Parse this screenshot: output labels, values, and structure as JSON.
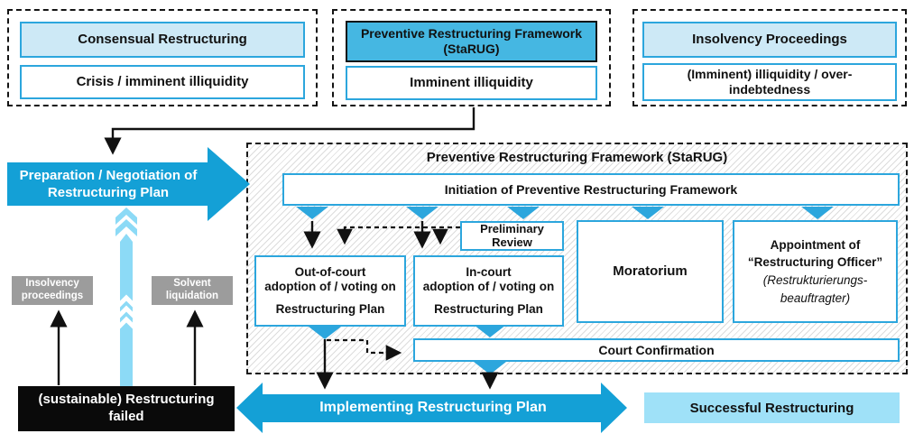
{
  "colors": {
    "accent_arrow": "#14a0d6",
    "triangle_blue": "#2ca6dd",
    "box_border_blue": "#2ca6dd",
    "header_light_blue": "#cde9f6",
    "header_mid_blue": "#45b7e2",
    "band_light_blue": "#8cdaf6",
    "success_light_blue": "#9fe1f8",
    "gray_box": "#9c9c9c",
    "black": "#0a0a0a"
  },
  "top_row": [
    {
      "title": "Consensual Restructuring",
      "subtitle": "Crisis / imminent illiquidity"
    },
    {
      "title": "Preventive Restructuring Framework (StaRUG)",
      "subtitle": "Imminent illiquidity"
    },
    {
      "title": "Insolvency Proceedings",
      "subtitle": "(Imminent) illiquidity / over-indebtedness"
    }
  ],
  "preparation_arrow_label": "Preparation / Negotiation of Restructuring Plan",
  "starug": {
    "title": "Preventive Restructuring Framework (StaRUG)",
    "initiation_bar": "Initiation of Preventive Restructuring Framework",
    "preliminary_review": "Preliminary Review",
    "out_of_court": {
      "line1": "Out-of-court",
      "line2": "adoption of / voting on",
      "line3": "Restructuring Plan"
    },
    "in_court": {
      "line1": "In-court",
      "line2": "adoption of / voting on",
      "line3": "Restructuring Plan"
    },
    "moratorium": "Moratorium",
    "appointment": {
      "line1": "Appointment of",
      "line2": "“Restructuring Officer”",
      "italic": "(Restrukturierungs-beauftragter)"
    },
    "court_confirmation": "Court Confirmation"
  },
  "side_outcomes": {
    "insolvency": "Insolvency proceedings",
    "solvent": "Solvent liquidation"
  },
  "bottom": {
    "failed": "(sustainable) Restructuring failed",
    "implementing": "Implementing Restructuring Plan",
    "successful": "Successful Restructuring"
  }
}
